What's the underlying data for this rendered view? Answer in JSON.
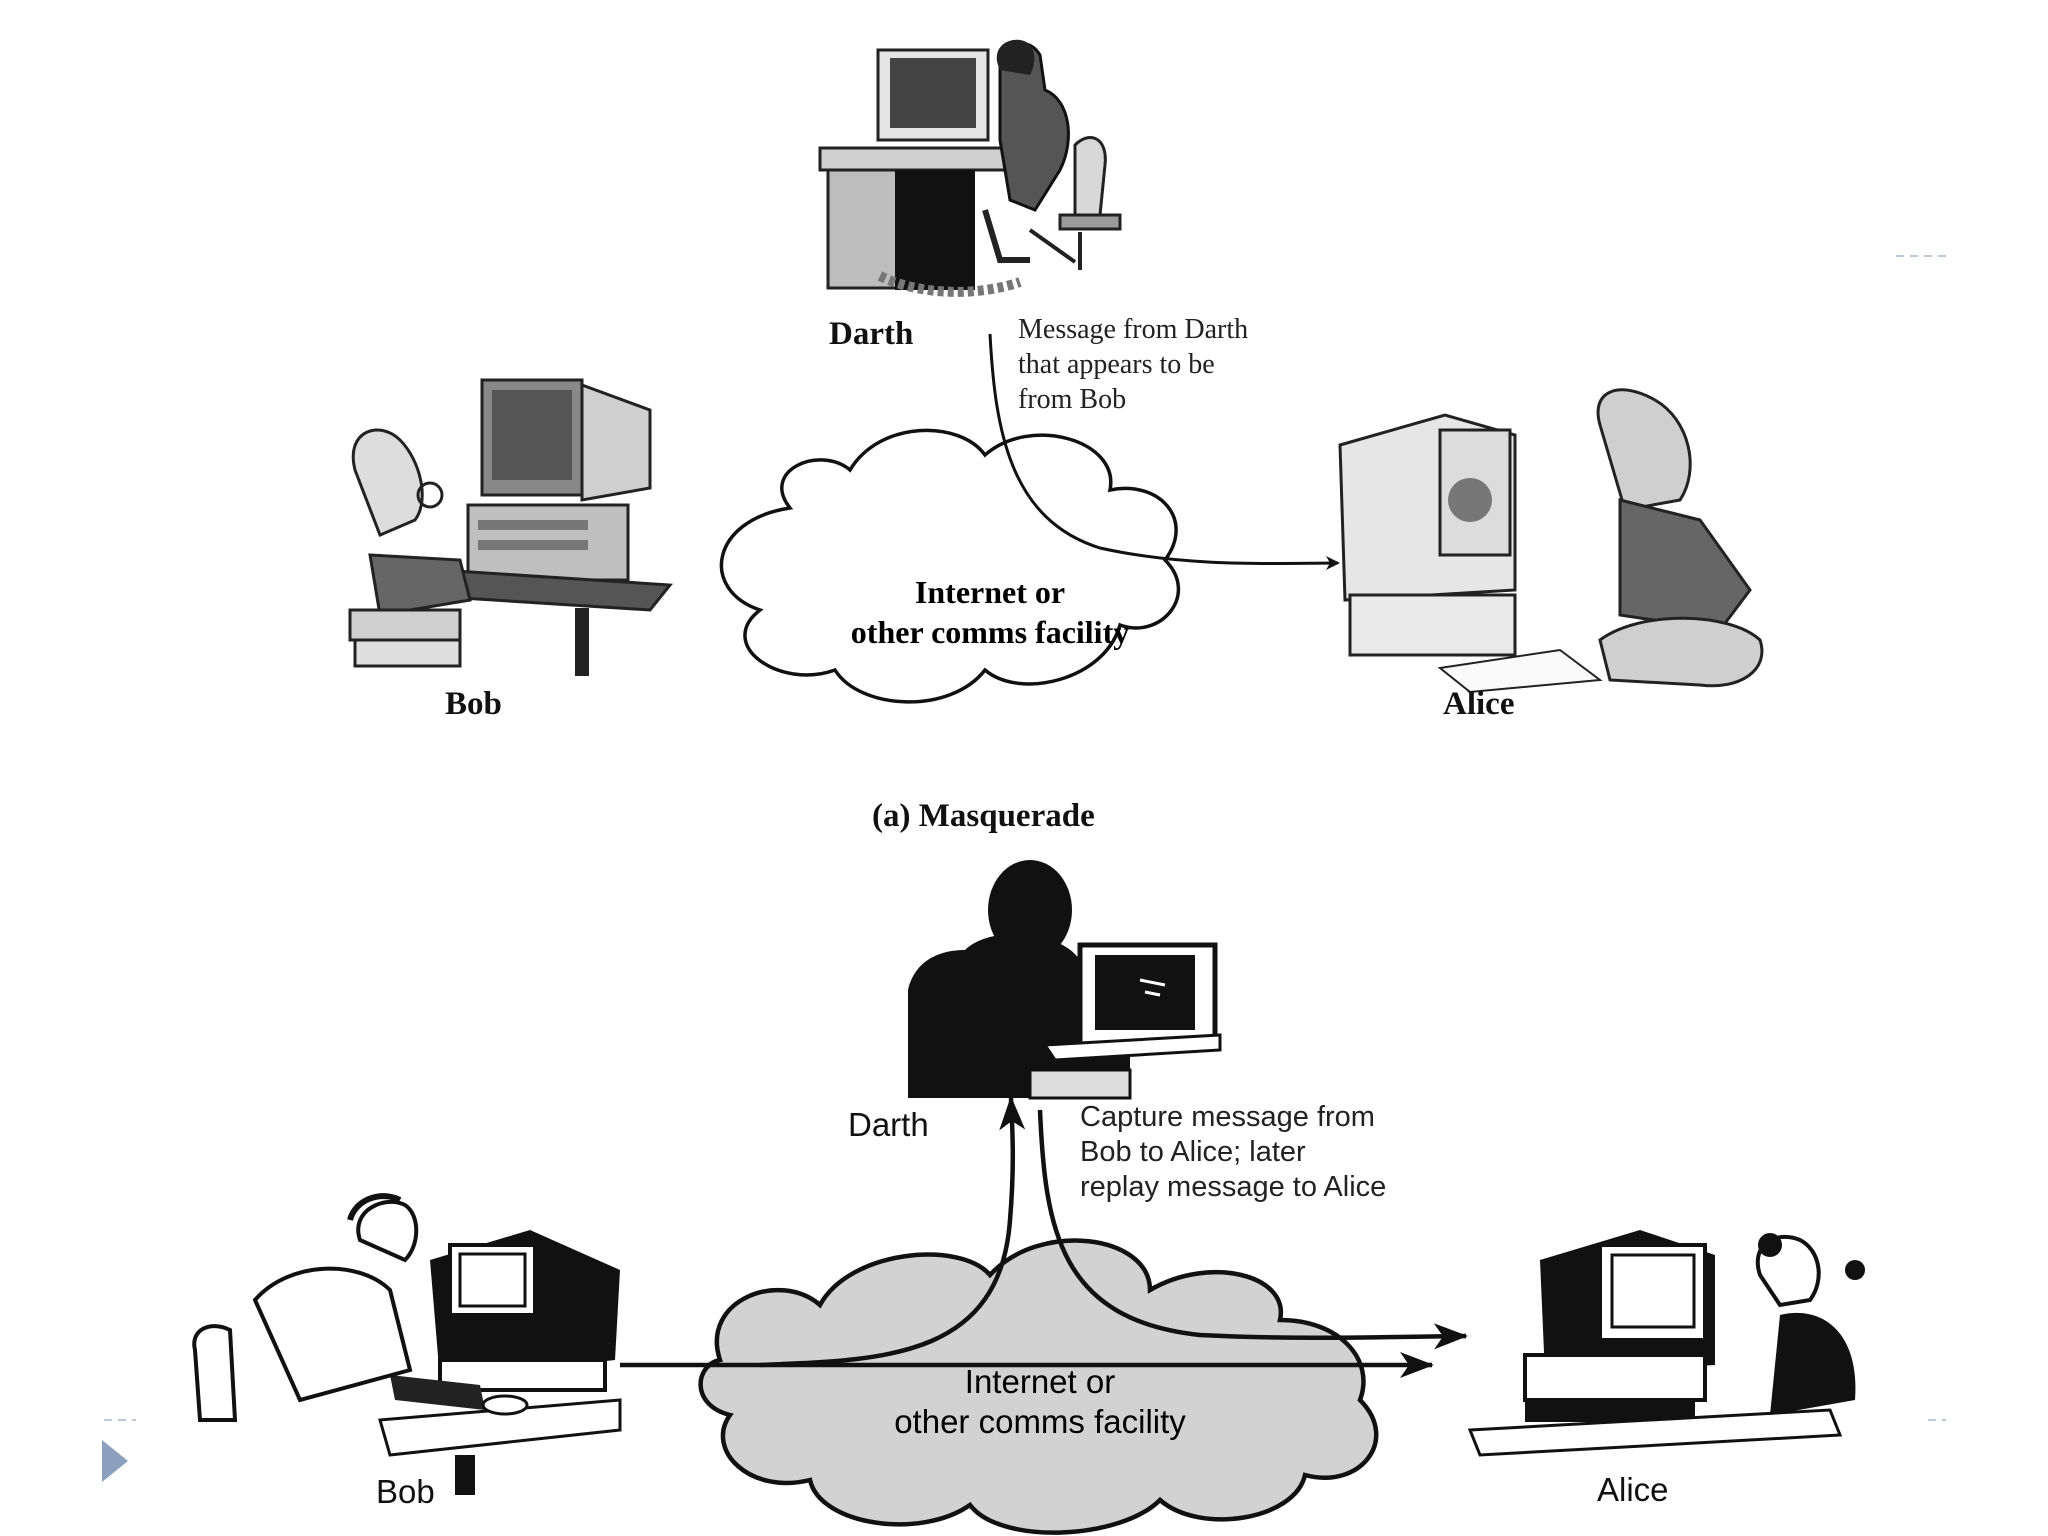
{
  "panel_a": {
    "caption": "(a) Masquerade",
    "darth_label": "Darth",
    "bob_label": "Bob",
    "alice_label": "Alice",
    "cloud_text": [
      "Internet or",
      "other comms facility"
    ],
    "note": [
      "Message from Darth",
      "that appears to be",
      "from Bob"
    ]
  },
  "panel_b": {
    "darth_label": "Darth",
    "bob_label": "Bob",
    "alice_label": "Alice",
    "cloud_text": [
      "Internet or",
      "other comms facility"
    ],
    "note": [
      "Capture message from",
      "Bob to Alice; later",
      "replay message to Alice"
    ]
  },
  "slide": {
    "accent_color": "#8ba1bf"
  }
}
